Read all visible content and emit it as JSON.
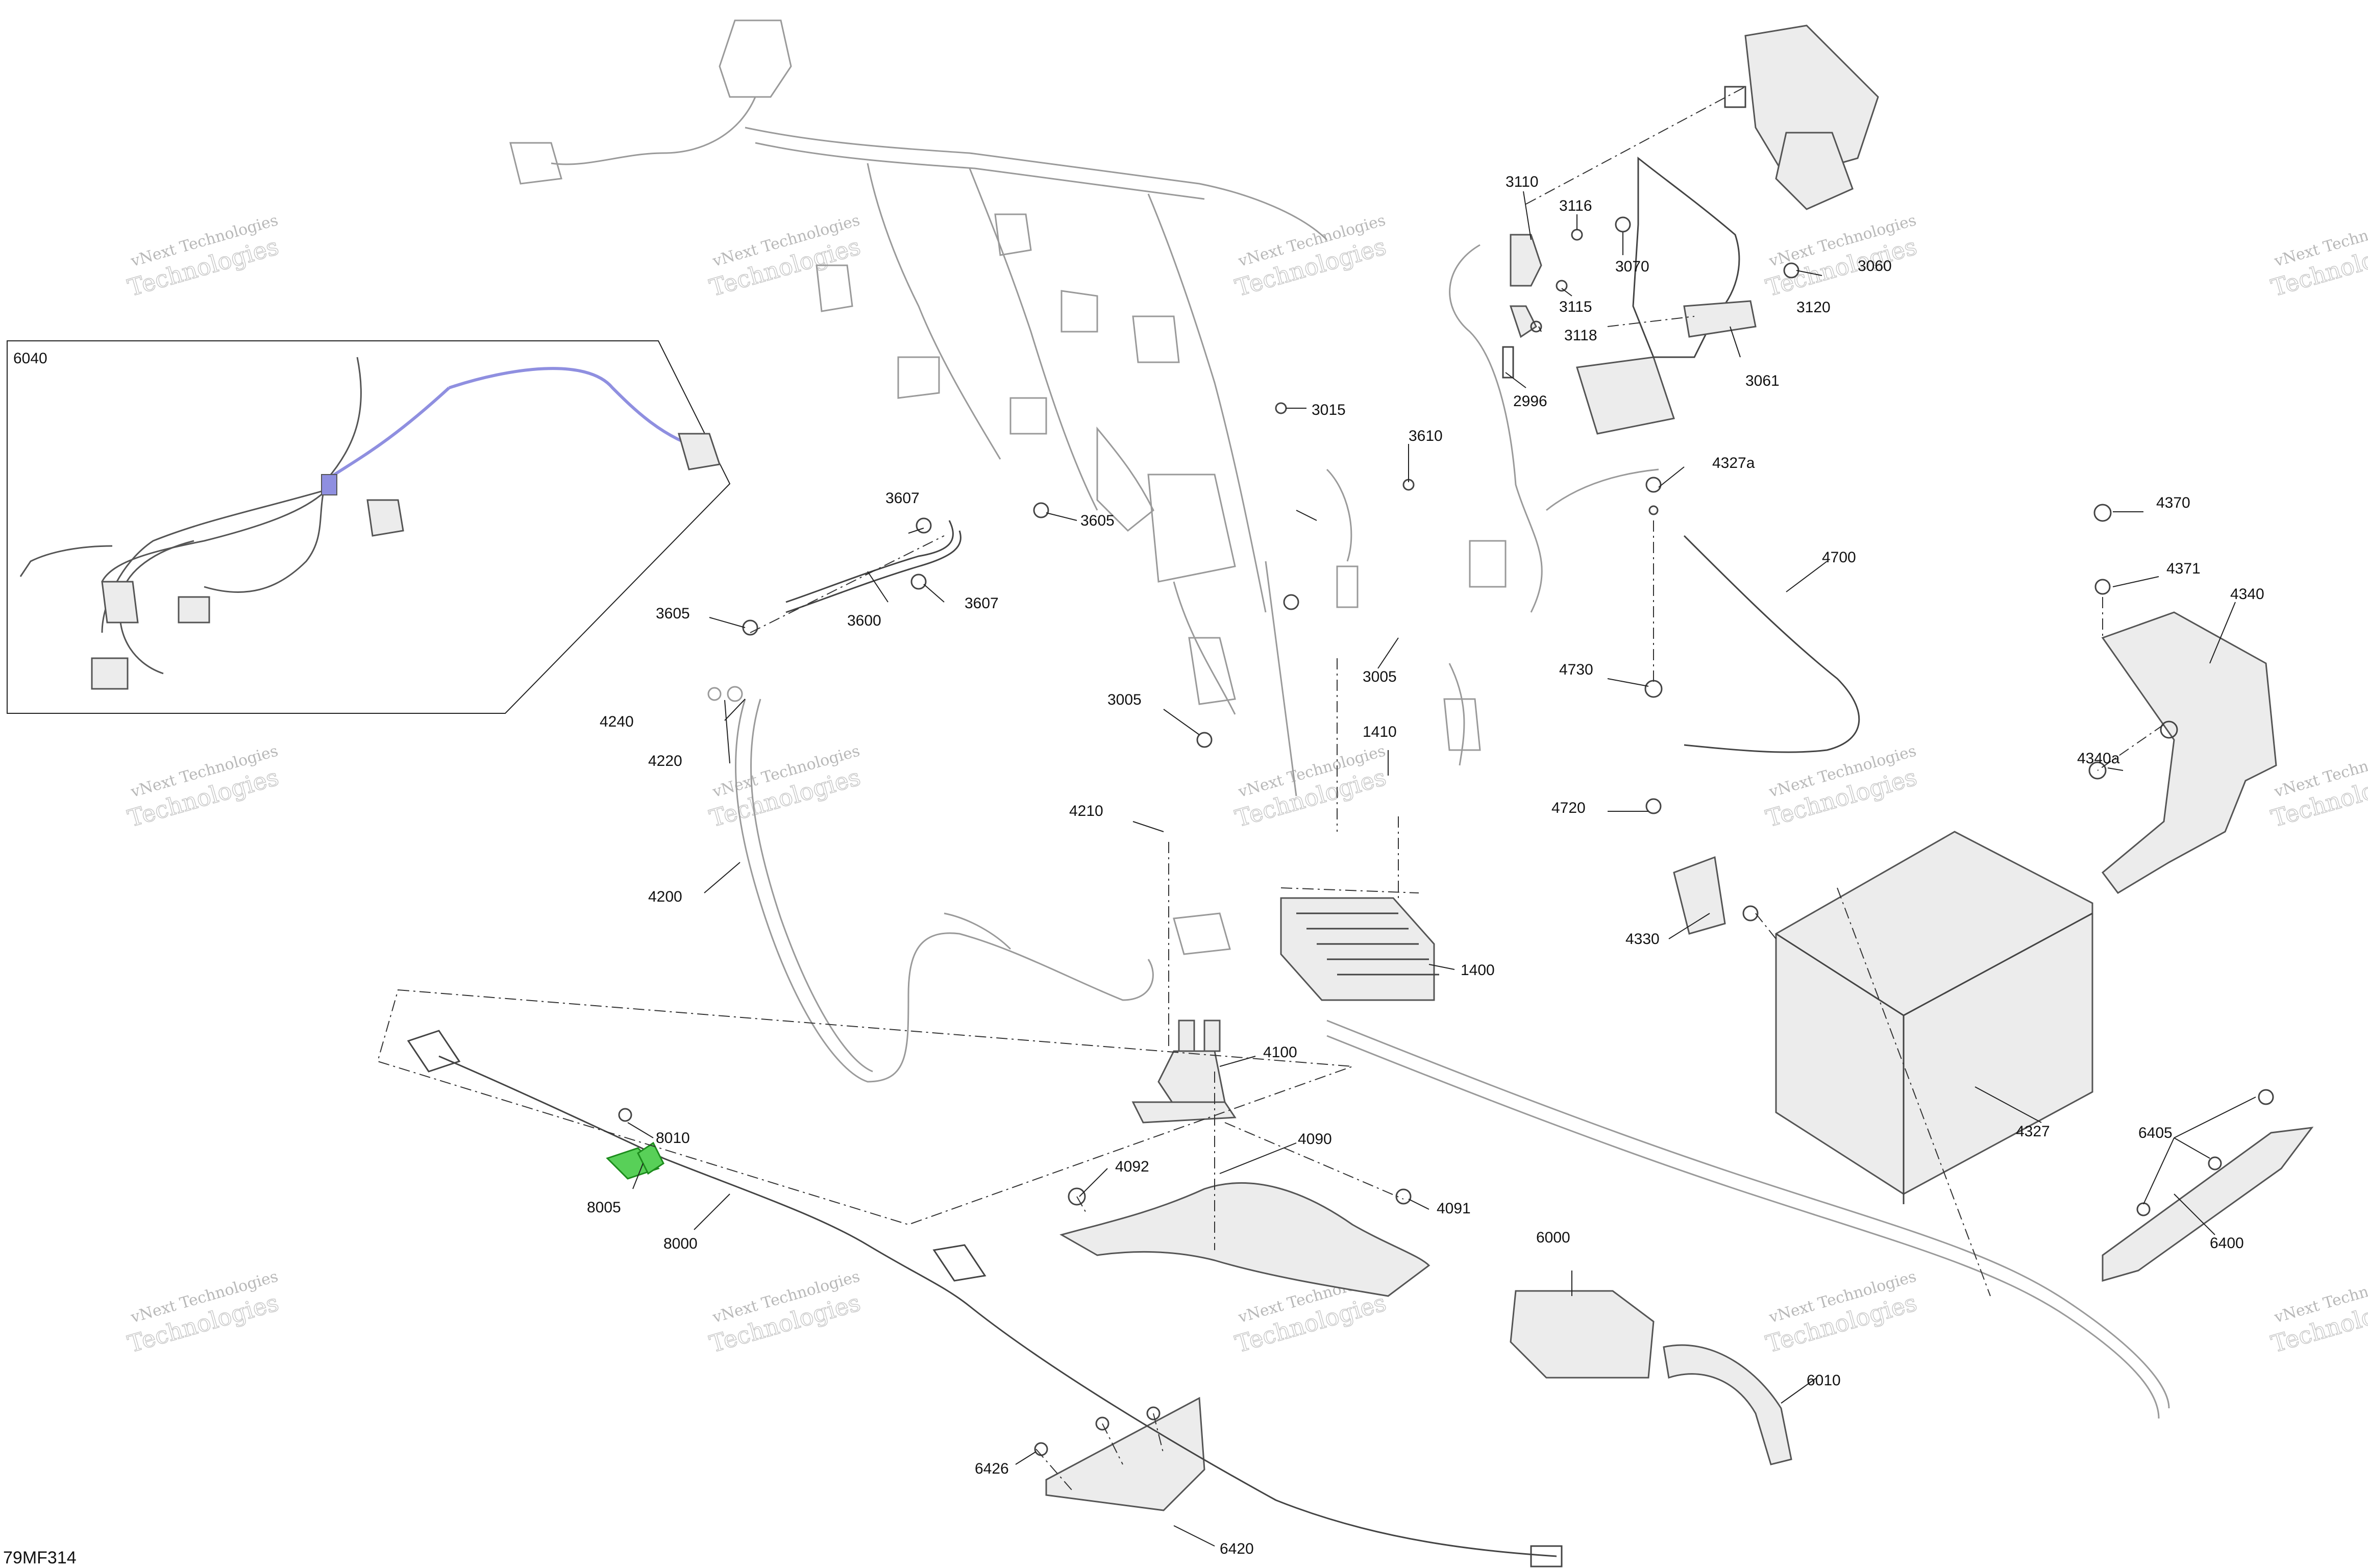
{
  "diagram_id": "79MF314",
  "watermark": {
    "line1": "vNext Technologies",
    "line2": "Technologies"
  },
  "inset": {
    "label": "6040"
  },
  "callouts": [
    {
      "id": "3110",
      "text": "3110"
    },
    {
      "id": "3116",
      "text": "3116"
    },
    {
      "id": "3070",
      "text": "3070"
    },
    {
      "id": "3115",
      "text": "3115"
    },
    {
      "id": "3118",
      "text": "3118"
    },
    {
      "id": "2996",
      "text": "2996"
    },
    {
      "id": "3061",
      "text": "3061"
    },
    {
      "id": "3060",
      "text": "3060"
    },
    {
      "id": "3120",
      "text": "3120"
    },
    {
      "id": "3015",
      "text": "3015"
    },
    {
      "id": "3610",
      "text": "3610"
    },
    {
      "id": "3607a",
      "text": "3607"
    },
    {
      "id": "3605a",
      "text": "3605"
    },
    {
      "id": "3605b",
      "text": "3605"
    },
    {
      "id": "3600",
      "text": "3600"
    },
    {
      "id": "3607b",
      "text": "3607"
    },
    {
      "id": "3005a",
      "text": "3005"
    },
    {
      "id": "3005b",
      "text": "3005"
    },
    {
      "id": "4327a",
      "text": "4327a"
    },
    {
      "id": "4370",
      "text": "4370"
    },
    {
      "id": "4371",
      "text": "4371"
    },
    {
      "id": "4340",
      "text": "4340"
    },
    {
      "id": "4340a",
      "text": "4340a"
    },
    {
      "id": "4700",
      "text": "4700"
    },
    {
      "id": "4730",
      "text": "4730"
    },
    {
      "id": "4720",
      "text": "4720"
    },
    {
      "id": "1410",
      "text": "1410"
    },
    {
      "id": "4240",
      "text": "4240"
    },
    {
      "id": "4220",
      "text": "4220"
    },
    {
      "id": "4200",
      "text": "4200"
    },
    {
      "id": "4210",
      "text": "4210"
    },
    {
      "id": "1400",
      "text": "1400"
    },
    {
      "id": "4330",
      "text": "4330"
    },
    {
      "id": "4327",
      "text": "4327"
    },
    {
      "id": "4100",
      "text": "4100"
    },
    {
      "id": "4090",
      "text": "4090"
    },
    {
      "id": "4092",
      "text": "4092"
    },
    {
      "id": "4091",
      "text": "4091"
    },
    {
      "id": "8010",
      "text": "8010"
    },
    {
      "id": "8005",
      "text": "8005"
    },
    {
      "id": "8000",
      "text": "8000"
    },
    {
      "id": "6000",
      "text": "6000"
    },
    {
      "id": "6405",
      "text": "6405"
    },
    {
      "id": "6400",
      "text": "6400"
    },
    {
      "id": "6010",
      "text": "6010"
    },
    {
      "id": "6426",
      "text": "6426"
    },
    {
      "id": "6420",
      "text": "6420"
    }
  ]
}
